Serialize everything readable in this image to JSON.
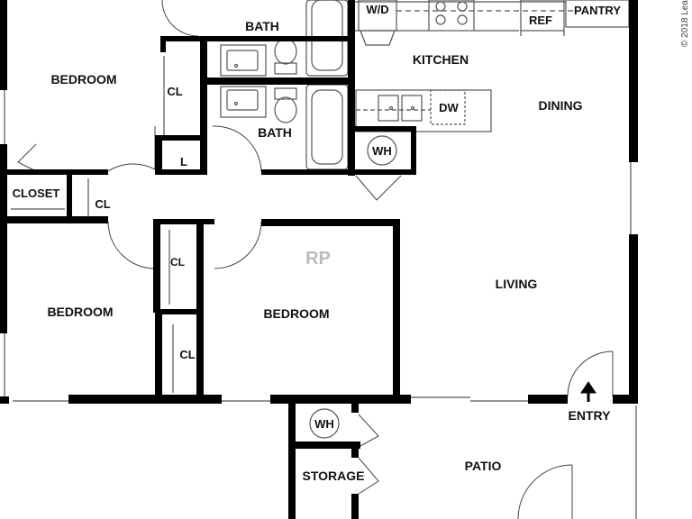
{
  "plan": {
    "rooms": {
      "bath_top": "BATH",
      "bath_bottom": "BATH",
      "bedroom_nw": "BEDROOM",
      "bedroom_sw": "BEDROOM",
      "bedroom_center": "BEDROOM",
      "kitchen": "KITCHEN",
      "dining": "DINING",
      "living": "LIVING",
      "patio": "PATIO",
      "storage": "STORAGE",
      "closet": "CLOSET"
    },
    "fixtures": {
      "wd": "W/D",
      "ref": "REF",
      "pantry": "PANTRY",
      "dw": "DW",
      "wh_kitchen": "WH",
      "wh_storage": "WH",
      "linen": "L",
      "cl_1": "CL",
      "cl_2": "CL",
      "cl_3": "CL",
      "cl_4": "CL"
    },
    "entry": "ENTRY",
    "watermark": "RP",
    "copyright": "© 2018 Lea"
  }
}
